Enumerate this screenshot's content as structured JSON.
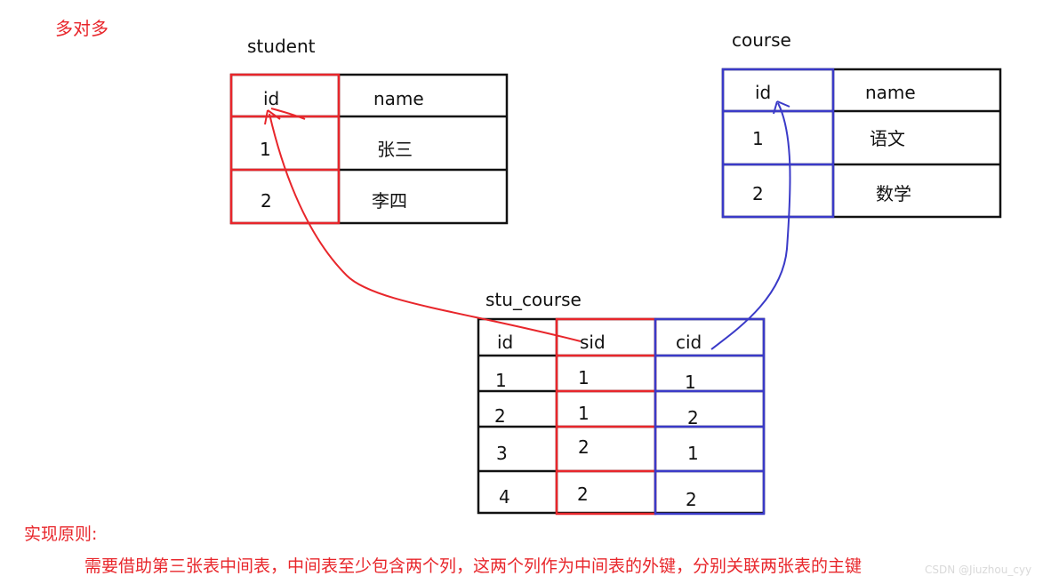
{
  "heading": "多对多",
  "student": {
    "title": "student",
    "headers": [
      "id",
      "name"
    ],
    "rows": [
      [
        "1",
        "张三"
      ],
      [
        "2",
        "李四"
      ]
    ]
  },
  "course": {
    "title": "course",
    "headers": [
      "id",
      "name"
    ],
    "rows": [
      [
        "1",
        "语文"
      ],
      [
        "2",
        "数学"
      ]
    ]
  },
  "stu_course": {
    "title": "stu_course",
    "headers": [
      "id",
      "sid",
      "cid"
    ],
    "rows": [
      [
        "1",
        "1",
        "1"
      ],
      [
        "2",
        "1",
        "2"
      ],
      [
        "3",
        "2",
        "1"
      ],
      [
        "4",
        "2",
        "2"
      ]
    ]
  },
  "principle": {
    "label": "实现原则:",
    "text": "需要借助第三张表中间表，中间表至少包含两个列，这两个列作为中间表的外键，分别关联两张表的主键"
  },
  "watermark": "CSDN @Jiuzhou_cyy",
  "colors": {
    "student_fk": "#e8262b",
    "course_fk": "#3a3ac8",
    "grid": "#111111"
  }
}
